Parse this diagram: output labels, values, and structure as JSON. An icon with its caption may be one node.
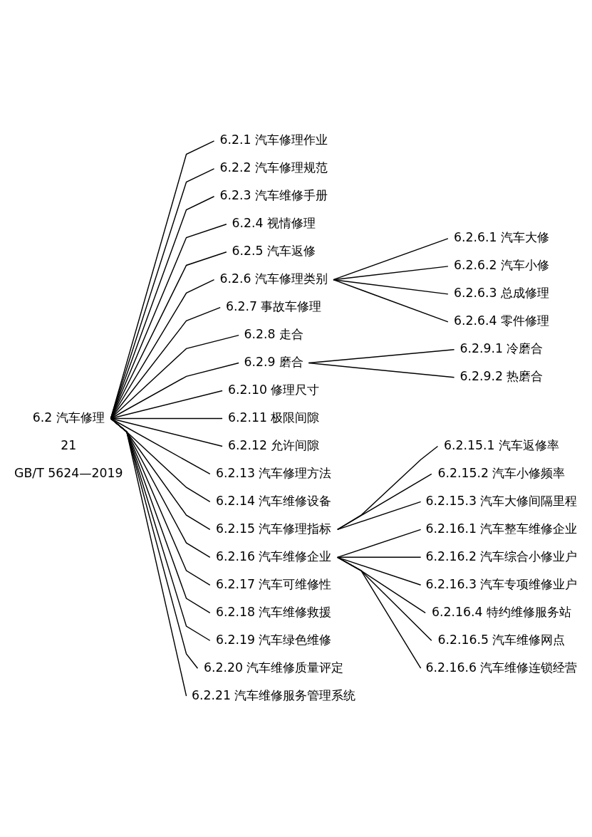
{
  "diagram": {
    "nodes": [
      {
        "text": [
          "6.2 汽车修理"
        ]
      },
      {
        "text": [
          "6.2.1 汽车修理作业"
        ]
      },
      {
        "text": [
          "6.2.2 汽车修理规范"
        ]
      },
      {
        "text": [
          "6.2.3 汽车维修手册"
        ]
      },
      {
        "text": [
          "6.2.4 视情修理"
        ]
      },
      {
        "text": [
          "6.2.5 汽车返修"
        ]
      },
      {
        "text": [
          "6.2.6 汽车修理类别"
        ]
      },
      {
        "text": [
          "6.2.6.1 汽车大修"
        ]
      },
      {
        "text": [
          "6.2.6.2 汽车小修"
        ]
      },
      {
        "text": [
          "6.2.6.3 总成修理"
        ]
      },
      {
        "text": [
          "6.2.6.4 零件修理"
        ]
      },
      {
        "text": [
          "6.2.7 事故车修理"
        ]
      },
      {
        "text": [
          "6.2.8 走合"
        ]
      },
      {
        "text": [
          "6.2.9 磨合"
        ]
      },
      {
        "text": [
          "6.2.9.1 冷磨合"
        ]
      },
      {
        "text": [
          "6.2.9.2 热磨合"
        ]
      },
      {
        "text": [
          "6.2.10 修理尺寸"
        ]
      },
      {
        "text": [
          "6.2.11 极限间隙"
        ]
      },
      {
        "text": [
          "6.2.12 允许间隙"
        ]
      },
      {
        "text": [
          "6.2.13 汽车修理方法"
        ]
      },
      {
        "text": [
          "6.2.14 汽车维修设备"
        ]
      },
      {
        "text": [
          "6.2.15 汽车修理指标"
        ]
      },
      {
        "text": [
          "6.2.15.1 汽车返修率"
        ]
      },
      {
        "text": [
          "6.2.15.2 汽车小修频率"
        ]
      },
      {
        "text": [
          "6.2.15.3 汽车大修间隔里程"
        ]
      },
      {
        "text": [
          "6.2.16 汽车维修企业"
        ]
      },
      {
        "text": [
          "6.2.16.1 汽车整车维修企业"
        ]
      },
      {
        "text": [
          "6.2.16.2 汽车综合小修业户"
        ]
      },
      {
        "text": [
          "6.2.16.3 汽车专项维修业户"
        ]
      },
      {
        "text": [
          "6.2.16.4 特约维修服务站"
        ]
      },
      {
        "text": [
          "6.2.16.5 汽车维修网点"
        ]
      },
      {
        "text": [
          "6.2.16.6 汽车维修连锁经营"
        ]
      },
      {
        "text": [
          "6.2.17 汽车可维修性"
        ]
      },
      {
        "text": [
          "6.2.18 汽车维修救援"
        ]
      },
      {
        "text": [
          "6.2.19 汽车绿色维修"
        ]
      },
      {
        "text": [
          "6.2.20 汽车维修质量评定"
        ]
      },
      {
        "text": [
          "6.2.21 汽车维修服务管理系统"
        ]
      }
    ],
    "edges": [
      {
        "from": 0,
        "to": 1,
        "arrow": "none"
      },
      {
        "from": 0,
        "to": 2,
        "arrow": "none"
      },
      {
        "from": 0,
        "to": 3,
        "arrow": "none"
      },
      {
        "from": 0,
        "to": 4,
        "arrow": "none"
      },
      {
        "from": 0,
        "to": 5,
        "arrow": "none"
      },
      {
        "from": 0,
        "to": 6,
        "arrow": "none"
      },
      {
        "from": 6,
        "to": 7,
        "arrow": "none"
      },
      {
        "from": 6,
        "to": 8,
        "arrow": "none"
      },
      {
        "from": 6,
        "to": 9,
        "arrow": "none"
      },
      {
        "from": 6,
        "to": 10,
        "arrow": "none"
      },
      {
        "from": 0,
        "to": 11,
        "arrow": "none"
      },
      {
        "from": 0,
        "to": 12,
        "arrow": "none"
      },
      {
        "from": 0,
        "to": 13,
        "arrow": "none"
      },
      {
        "from": 13,
        "to": 14,
        "arrow": "none"
      },
      {
        "from": 13,
        "to": 15,
        "arrow": "none"
      },
      {
        "from": 0,
        "to": 16,
        "arrow": "none"
      },
      {
        "from": 0,
        "to": 17,
        "arrow": "none"
      },
      {
        "from": 0,
        "to": 18,
        "arrow": "none"
      },
      {
        "from": 0,
        "to": 19,
        "arrow": "none"
      },
      {
        "from": 0,
        "to": 20,
        "arrow": "none"
      },
      {
        "from": 0,
        "to": 21,
        "arrow": "none"
      },
      {
        "from": 21,
        "to": 22,
        "arrow": "none"
      },
      {
        "from": 21,
        "to": 23,
        "arrow": "none"
      },
      {
        "from": 21,
        "to": 24,
        "arrow": "none"
      },
      {
        "from": 0,
        "to": 25,
        "arrow": "none"
      },
      {
        "from": 25,
        "to": 26,
        "arrow": "none"
      },
      {
        "from": 25,
        "to": 27,
        "arrow": "none"
      },
      {
        "from": 25,
        "to": 28,
        "arrow": "none"
      },
      {
        "from": 25,
        "to": 29,
        "arrow": "none"
      },
      {
        "from": 25,
        "to": 30,
        "arrow": "none"
      },
      {
        "from": 25,
        "to": 31,
        "arrow": "none"
      },
      {
        "from": 0,
        "to": 32,
        "arrow": "none"
      },
      {
        "from": 0,
        "to": 33,
        "arrow": "none"
      },
      {
        "from": 0,
        "to": 34,
        "arrow": "none"
      },
      {
        "from": 0,
        "to": 35,
        "arrow": "none"
      },
      {
        "from": 0,
        "to": 36,
        "arrow": "none"
      }
    ],
    "labels": [
      "GB/T 5624—2019",
      "21"
    ]
  }
}
